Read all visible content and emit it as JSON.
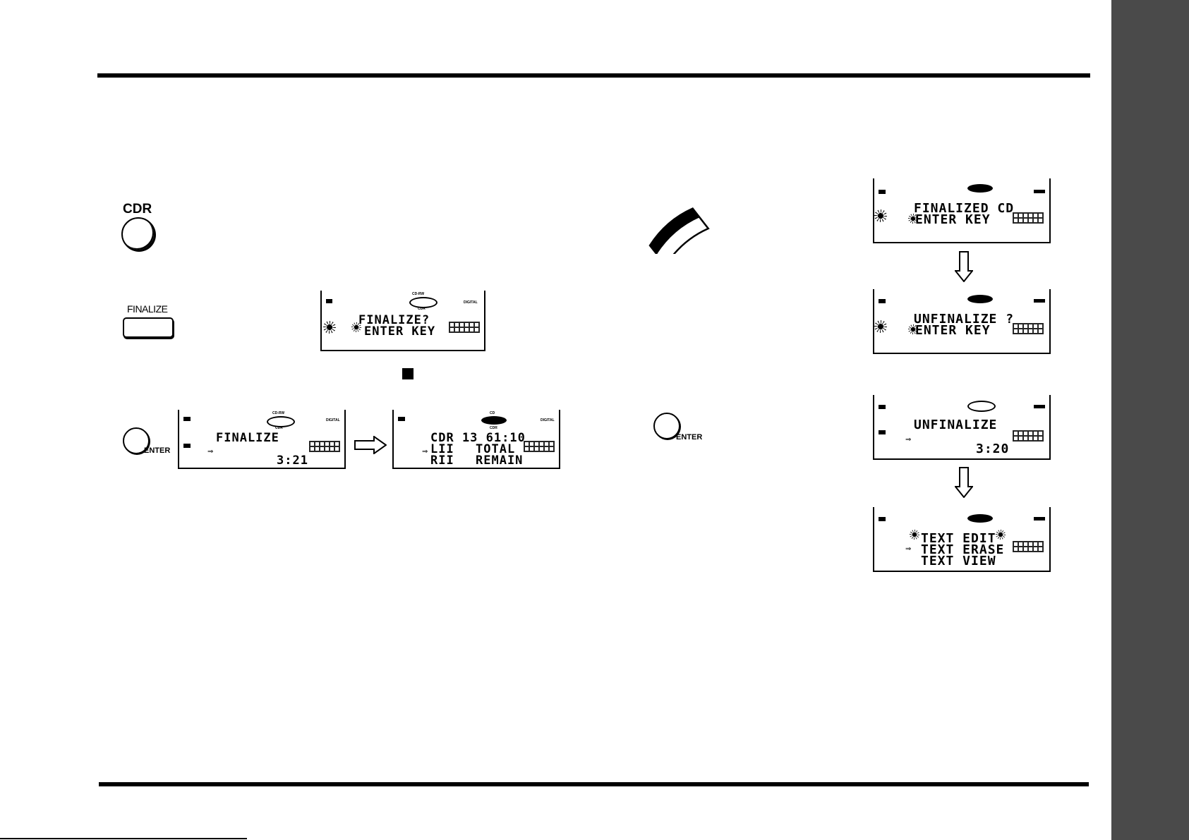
{
  "buttons": {
    "cdr": "CDR",
    "finalize": "FINALIZE",
    "enter": "ENTER",
    "text_edit": "TEXT EDIT"
  },
  "displays": {
    "finalize_prompt": {
      "line1": "FINALIZE?",
      "line2": "ENTER KEY",
      "top_label": "CD-RW",
      "disc_label": "CDR",
      "right_label": "DIGITAL"
    },
    "finalizing": {
      "line1": "FINALIZE",
      "time": "3:21",
      "top_label": "CD-RW",
      "disc_label": "CDR",
      "right_label": "DIGITAL"
    },
    "finalized_info": {
      "line1": "CDR 13 61:10",
      "line2a": "LII",
      "line2b": "TOTAL",
      "line3a": "RII",
      "line3b": "REMAIN",
      "top_label": "CD",
      "disc_label": "CDR",
      "right_label": "DIGITAL"
    },
    "finalized_cd": {
      "line1": "FINALIZED CD",
      "line2": "ENTER KEY"
    },
    "unfinalize_prompt": {
      "line1": "UNFINALIZE ?",
      "line2": "ENTER KEY"
    },
    "unfinalizing": {
      "line1": "UNFINALIZE",
      "time": "3:20"
    },
    "text_menu": {
      "line1": "TEXT EDIT",
      "line2": "TEXT ERASE",
      "line3": "TEXT VIEW"
    }
  },
  "colors": {
    "side_tab": "#4a4a4a",
    "ink": "#000000"
  }
}
